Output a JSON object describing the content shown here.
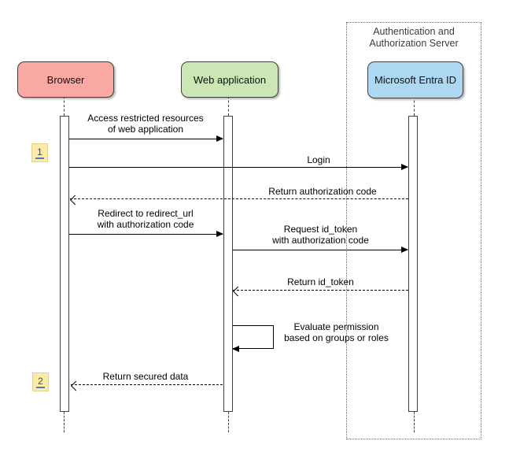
{
  "diagram": {
    "actors": [
      {
        "id": "browser",
        "label": "Browser"
      },
      {
        "id": "webapp",
        "label": "Web application"
      },
      {
        "id": "entra",
        "label": "Microsoft Entra ID"
      }
    ],
    "group": {
      "label": "Authentication and\nAuthorization Server"
    },
    "badges": [
      {
        "text": "1"
      },
      {
        "text": "2"
      }
    ],
    "messages": [
      {
        "text": "Access restricted resources\nof web application",
        "type": "solid",
        "from": "browser",
        "to": "webapp"
      },
      {
        "text": "Login",
        "type": "solid",
        "from": "browser",
        "to": "entra"
      },
      {
        "text": "Return authorization code",
        "type": "dashed",
        "from": "entra",
        "to": "browser"
      },
      {
        "text": "Redirect to redirect_url\nwith authorization code",
        "type": "solid",
        "from": "browser",
        "to": "webapp"
      },
      {
        "text": "Request id_token\nwith authorization code",
        "type": "solid",
        "from": "webapp",
        "to": "entra"
      },
      {
        "text": "Return id_token",
        "type": "dashed",
        "from": "entra",
        "to": "webapp"
      },
      {
        "text": "Evaluate permission\nbased on groups or roles",
        "type": "self",
        "from": "webapp",
        "to": "webapp"
      },
      {
        "text": "Return secured data",
        "type": "dashed",
        "from": "webapp",
        "to": "browser"
      }
    ],
    "colors": {
      "browser_fill": "#F9A9A2",
      "webapp_fill": "#CBE7B5",
      "entra_fill": "#AED7F2",
      "badge_fill": "#FBEBA6",
      "badge_underline": "#4A7EBB",
      "line": "#000000",
      "group_border": "#6F6F6F"
    }
  }
}
